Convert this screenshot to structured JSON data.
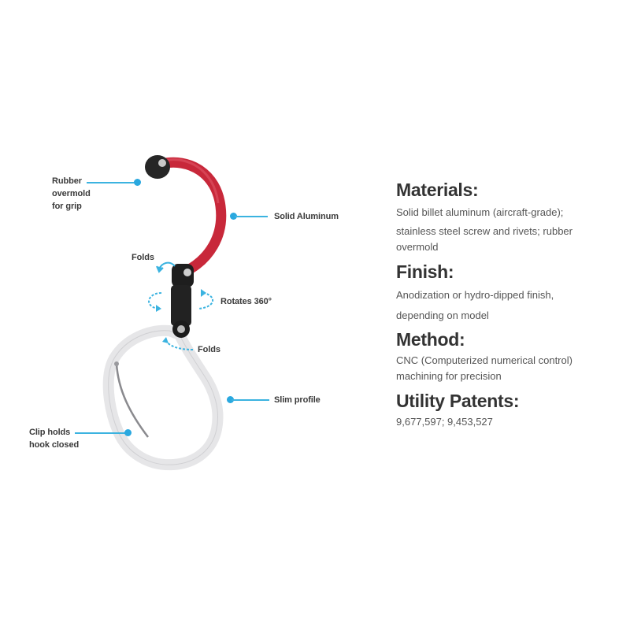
{
  "product_diagram": {
    "callouts": {
      "rubber": [
        "Rubber",
        "overmold",
        "for grip"
      ],
      "aluminum": "Solid Aluminum",
      "folds_top": "Folds",
      "rotates": "Rotates 360°",
      "folds_bottom": "Folds",
      "slim": "Slim profile",
      "clip": [
        "Clip holds",
        "hook closed"
      ]
    },
    "colors": {
      "accent_blue": "#2aa8df",
      "hook_red": "#c8283a",
      "joint_black": "#1e1e1e",
      "body_silver": "#e8e8ea"
    }
  },
  "specs": {
    "materials": {
      "heading": "Materials:",
      "lines": [
        "Solid billet aluminum (aircraft-grade);",
        "stainless steel screw and rivets; rubber",
        "overmold"
      ]
    },
    "finish": {
      "heading": "Finish:",
      "lines": [
        "Anodization or hydro-dipped finish,",
        "depending on model"
      ]
    },
    "method": {
      "heading": "Method:",
      "lines": [
        "CNC (Computerized numerical control)",
        "machining for precision"
      ]
    },
    "patents": {
      "heading": "Utility Patents:",
      "lines": [
        "9,677,597; 9,453,527"
      ]
    }
  }
}
